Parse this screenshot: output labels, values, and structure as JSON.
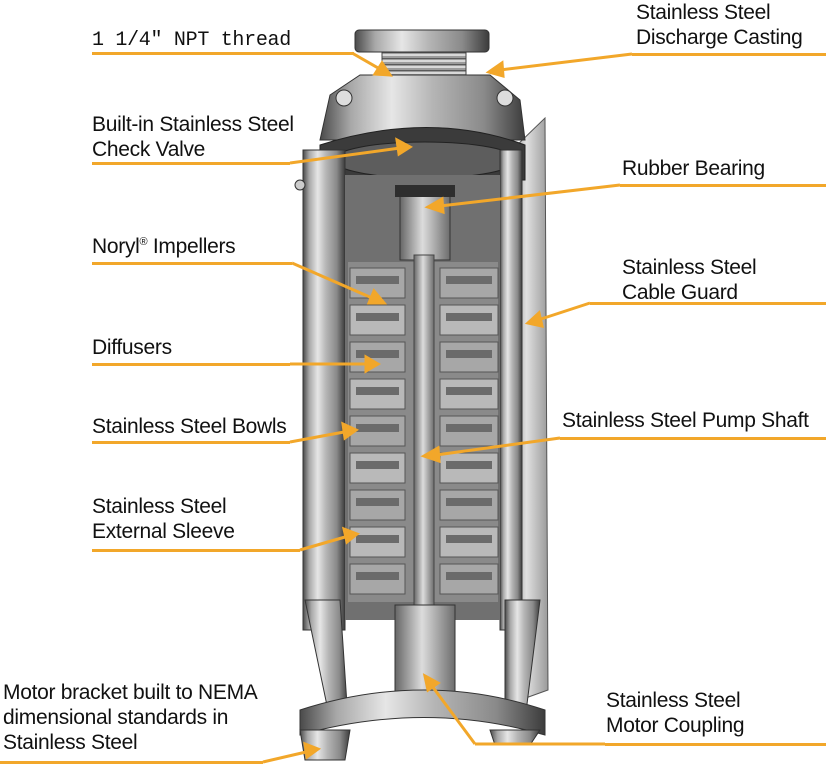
{
  "colors": {
    "leader": "#f2a72a",
    "text": "#111111",
    "background": "#ffffff"
  },
  "labels": {
    "npt_thread": "1 1/4\" NPT  thread",
    "discharge_1": "Stainless Steel",
    "discharge_2": "Discharge Casting",
    "check_valve_1": "Built-in Stainless Steel",
    "check_valve_2": "Check Valve",
    "rubber_bearing": "Rubber Bearing",
    "impellers_a": "Noryl",
    "impellers_reg": "®",
    "impellers_b": " Impellers",
    "cable_guard_1": "Stainless Steel",
    "cable_guard_2": "Cable Guard",
    "diffusers": "Diffusers",
    "bowls": "Stainless Steel Bowls",
    "pump_shaft": "Stainless Steel Pump Shaft",
    "sleeve_1": "Stainless Steel",
    "sleeve_2": "External Sleeve",
    "motor_bracket_1": "Motor bracket built to NEMA",
    "motor_bracket_2": "dimensional standards in",
    "motor_bracket_3": "Stainless Steel",
    "coupling_1": "Stainless Steel",
    "coupling_2": "Motor Coupling"
  }
}
